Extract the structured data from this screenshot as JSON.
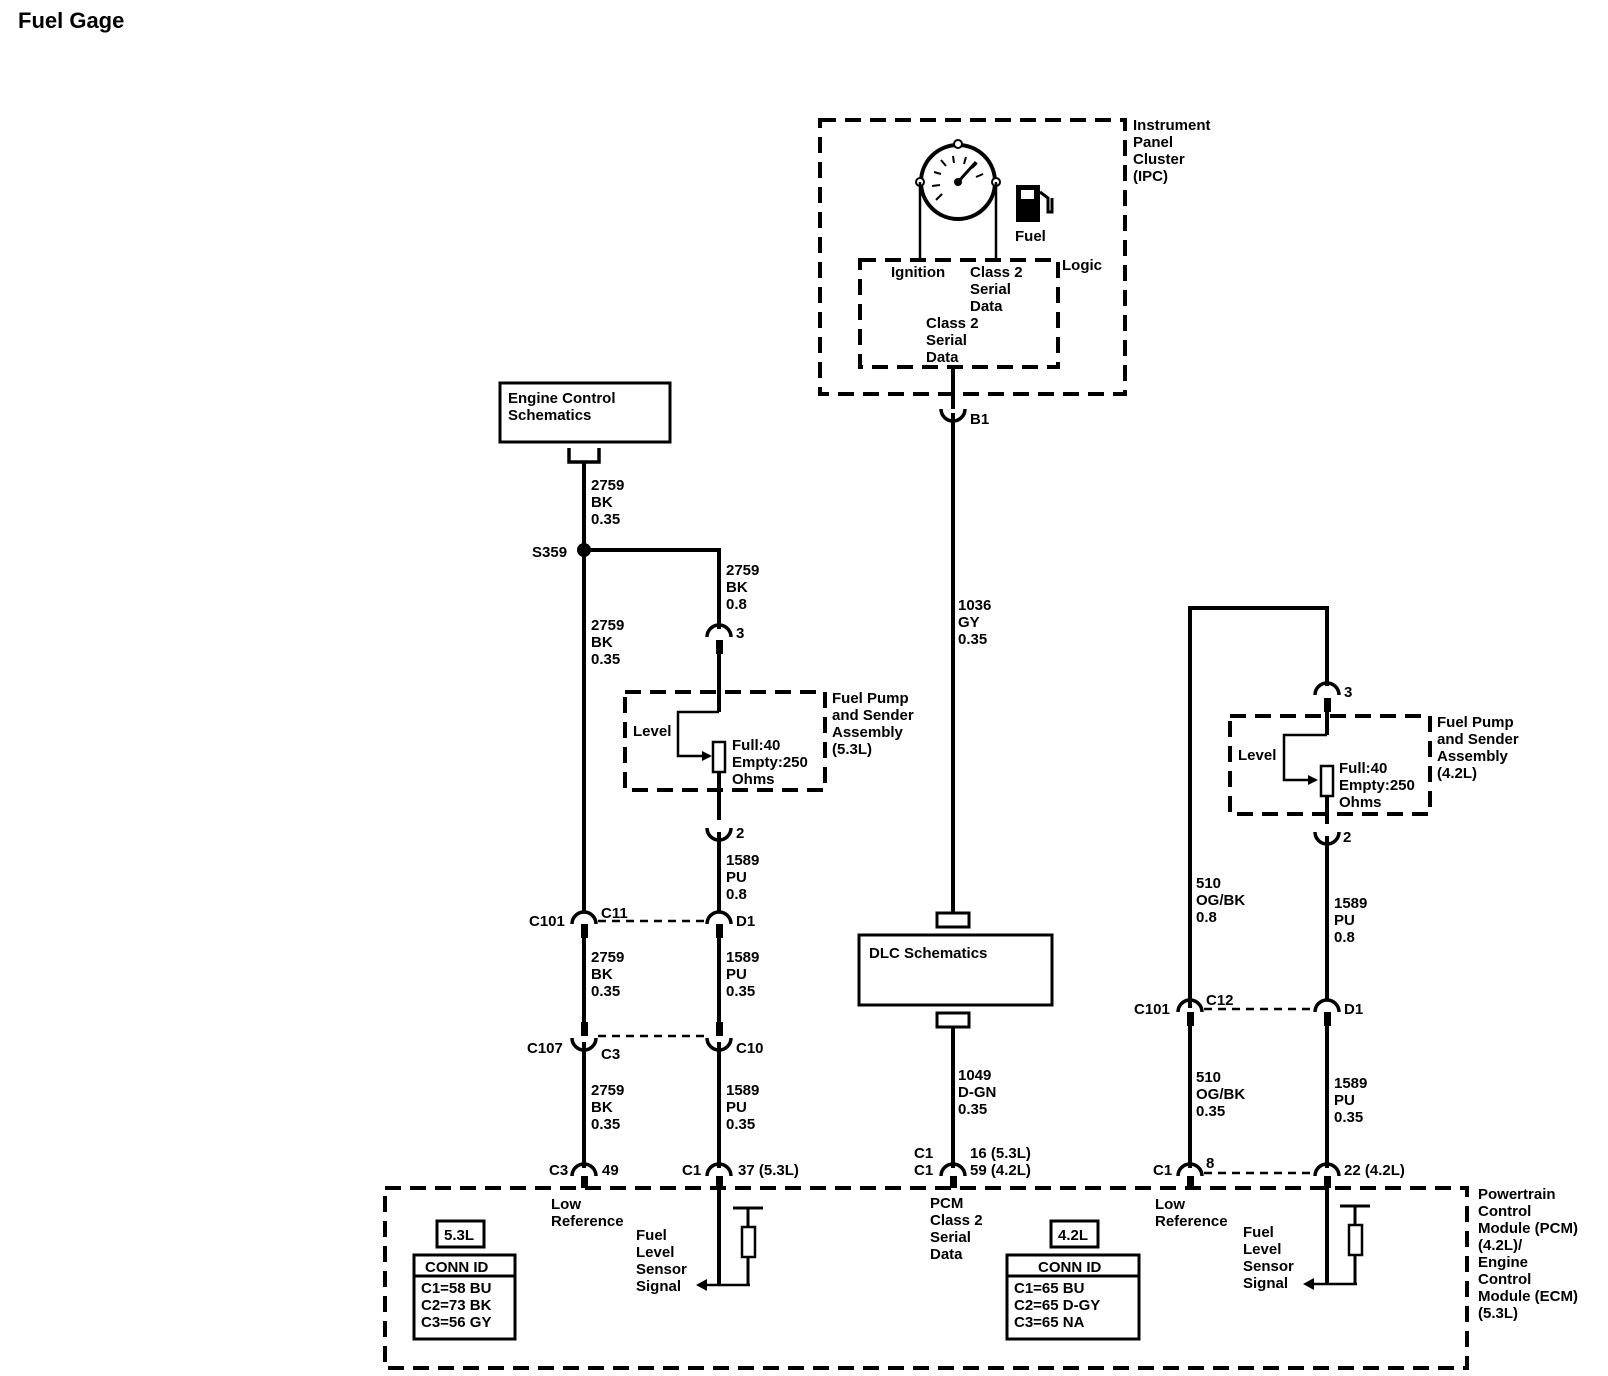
{
  "title": "Fuel Gage",
  "ipc": {
    "name": [
      "Instrument",
      "Panel",
      "Cluster",
      "(IPC)"
    ],
    "fuel_label": "Fuel",
    "logic_label": "Logic",
    "ignition_label": "Ignition",
    "class2_right": [
      "Class 2",
      "Serial",
      "Data"
    ],
    "class2_center": [
      "Class 2",
      "Serial",
      "Data"
    ],
    "icons": [
      "gauge-dial-icon",
      "fuel-pump-icon"
    ]
  },
  "engine_control_box": [
    "Engine Control",
    "Schematics"
  ],
  "dlc_box": "DLC Schematics",
  "splice": "S359",
  "wires": {
    "w2759_top": [
      "2759",
      "BK",
      "0.35"
    ],
    "w2759_branch": [
      "2759",
      "BK",
      "0.8"
    ],
    "w2759_mid": [
      "2759",
      "BK",
      "0.35"
    ],
    "w2759_c101": [
      "2759",
      "BK",
      "0.35"
    ],
    "w2759_c107": [
      "2759",
      "BK",
      "0.35"
    ],
    "w1589_l1": [
      "1589",
      "PU",
      "0.8"
    ],
    "w1589_l2": [
      "1589",
      "PU",
      "0.35"
    ],
    "w1589_l3": [
      "1589",
      "PU",
      "0.35"
    ],
    "w1036": [
      "1036",
      "GY",
      "0.35"
    ],
    "w1049": [
      "1049",
      "D-GN",
      "0.35"
    ],
    "w510_r1": [
      "510",
      "OG/BK",
      "0.8"
    ],
    "w510_r2": [
      "510",
      "OG/BK",
      "0.35"
    ],
    "w1589_r1": [
      "1589",
      "PU",
      "0.8"
    ],
    "w1589_r2": [
      "1589",
      "PU",
      "0.35"
    ]
  },
  "connectors": {
    "b1": "B1",
    "left_pin3": "3",
    "left_pin2": "2",
    "c101_left": "C101",
    "c11": "C11",
    "d1_left": "D1",
    "c107": "C107",
    "c3_mid": "C3",
    "c10": "C10",
    "c3_bottom": "C3",
    "pin49": "49",
    "c1_left": "C1",
    "pin37": "37 (5.3L)",
    "c1_pcm_a": "C1",
    "c1_pcm_b": "C1",
    "pin16": "16 (5.3L)",
    "pin59": "59 (4.2L)",
    "right_pin3": "3",
    "right_pin2": "2",
    "c101_right": "C101",
    "c12": "C12",
    "d1_right": "D1",
    "c1_right": "C1",
    "pin8": "8",
    "pin22": "22 (4.2L)"
  },
  "sender_left": {
    "name": [
      "Fuel Pump",
      "and Sender",
      "Assembly",
      "(5.3L)"
    ],
    "level": "Level",
    "spec": [
      "Full:40",
      "Empty:250",
      "Ohms"
    ]
  },
  "sender_right": {
    "name": [
      "Fuel Pump",
      "and Sender",
      "Assembly",
      "(4.2L)"
    ],
    "level": "Level",
    "spec": [
      "Full:40",
      "Empty:250",
      "Ohms"
    ]
  },
  "pcm": {
    "name": [
      "Powertrain",
      "Control",
      "Module (PCM)",
      "(4.2L)/",
      "Engine",
      "Control",
      "Module (ECM)",
      "(5.3L)"
    ],
    "low_ref_left": [
      "Low",
      "Reference"
    ],
    "fuel_level_left": [
      "Fuel",
      "Level",
      "Sensor",
      "Signal"
    ],
    "pcm_class2": [
      "PCM",
      "Class 2",
      "Serial",
      "Data"
    ],
    "low_ref_right": [
      "Low",
      "Reference"
    ],
    "fuel_level_right": [
      "Fuel",
      "Level",
      "Sensor",
      "Signal"
    ],
    "badge_53": "5.3L",
    "badge_42": "4.2L",
    "conn_id_53": {
      "header": "CONN ID",
      "rows": [
        "C1=58 BU",
        "C2=73 BK",
        "C3=56 GY"
      ]
    },
    "conn_id_42": {
      "header": "CONN ID",
      "rows": [
        "C1=65 BU",
        "C2=65 D-GY",
        "C3=65 NA"
      ]
    }
  }
}
